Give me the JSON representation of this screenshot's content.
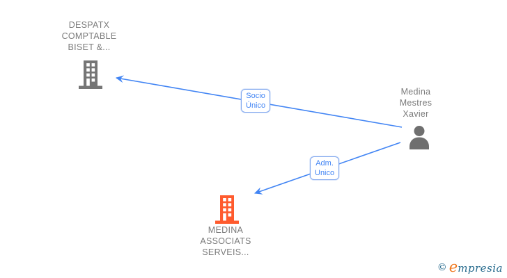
{
  "canvas": {
    "background": "#ffffff"
  },
  "entities": {
    "despatx": {
      "name": "DESPATX COMPTABLE BISET &...",
      "label_lines": [
        "DESPATX",
        "COMPTABLE",
        "BISET &..."
      ],
      "icon": "building-icon",
      "icon_color": "#757575",
      "label_color": "#7b7b7b"
    },
    "xavier": {
      "name": "Medina Mestres Xavier",
      "label_lines": [
        "Medina",
        "Mestres",
        "Xavier"
      ],
      "icon": "person-icon",
      "icon_color": "#6f6f6f",
      "label_color": "#7b7b7b"
    },
    "medina": {
      "name": "MEDINA ASSOCIATS SERVEIS...",
      "label_lines": [
        "MEDINA",
        "ASSOCIATS",
        "SERVEIS..."
      ],
      "icon": "building-icon",
      "icon_color": "#ff5b2e",
      "label_color": "#7b7b7b"
    }
  },
  "edges": {
    "socio": {
      "from": "Medina Mestres Xavier",
      "to": "DESPATX COMPTABLE BISET &...",
      "label_lines": [
        "Socio",
        "Único"
      ],
      "color": "#4285f4"
    },
    "adm": {
      "from": "Medina Mestres Xavier",
      "to": "MEDINA ASSOCIATS SERVEIS...",
      "label_lines": [
        "Adm.",
        "Unico"
      ],
      "color": "#4285f4"
    }
  },
  "watermark": {
    "copyright_symbol": "©",
    "brand_first_letter": "e",
    "brand_rest": "mpresia",
    "symbol_color": "#24698c",
    "accent_color": "#f0781e",
    "text_color": "#24698c"
  }
}
